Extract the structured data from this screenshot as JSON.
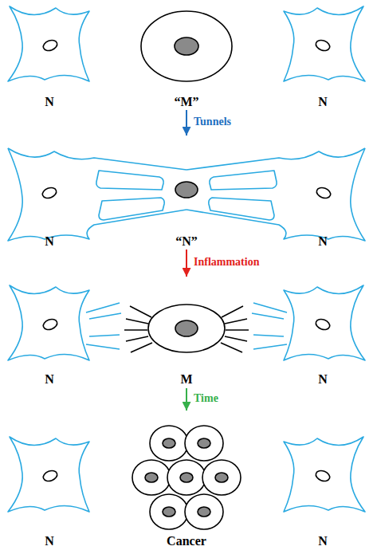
{
  "diagram": {
    "nodes": [
      {
        "text": [
          "N"
        ]
      },
      {
        "text": [
          "“M”"
        ]
      },
      {
        "text": [
          "N"
        ]
      },
      {
        "text": [
          "N"
        ]
      },
      {
        "text": [
          "“N”"
        ]
      },
      {
        "text": [
          "N"
        ]
      },
      {
        "text": [
          "N"
        ]
      },
      {
        "text": [
          "M"
        ]
      },
      {
        "text": [
          "N"
        ]
      },
      {
        "text": [
          "N"
        ]
      },
      {
        "text": [
          "Cancer"
        ]
      },
      {
        "text": [
          "N"
        ]
      }
    ],
    "edges": [
      {
        "from": 1,
        "to": 4,
        "arrow": "to",
        "label": "Tunnels"
      },
      {
        "from": 4,
        "to": 7,
        "arrow": "to",
        "label": "Inflammation"
      },
      {
        "from": 7,
        "to": 10,
        "arrow": "to",
        "label": "Time"
      }
    ]
  }
}
